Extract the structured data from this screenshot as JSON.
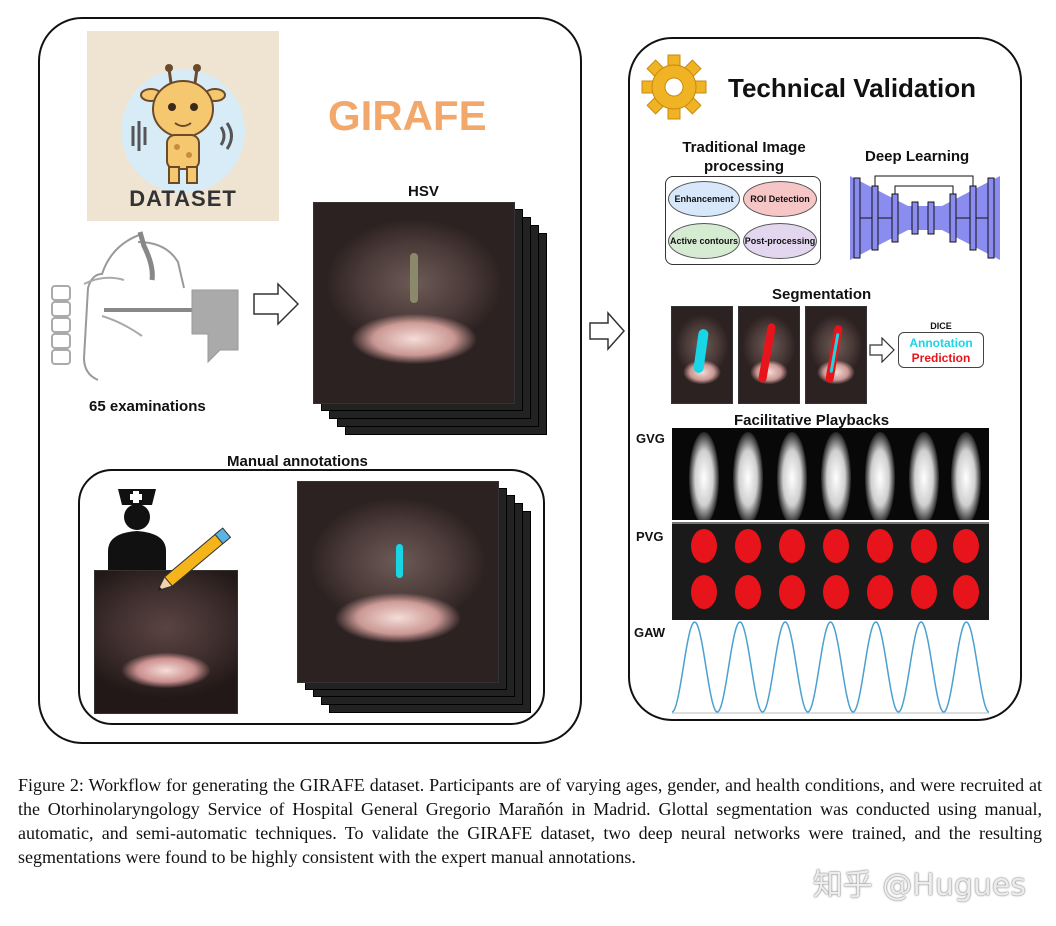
{
  "left_panel": {
    "logo_text": "DATASET",
    "title": "GIRAFE",
    "hsv_label": "HSV",
    "exam_label": "65 examinations",
    "manual_label": "Manual annotations"
  },
  "right_panel": {
    "title": "Technical Validation",
    "traditional_label": "Traditional Image processing",
    "deep_label": "Deep Learning",
    "ovals": {
      "enhancement": "Enhancement",
      "roi": "ROI Detection",
      "active": "Active contours",
      "post": "Post-processing"
    },
    "segmentation_label": "Segmentation",
    "dice_label": "DICE",
    "annotation_label": "Annotation",
    "prediction_label": "Prediction",
    "playback_label": "Facilitative Playbacks",
    "gvg_label": "GVG",
    "pvg_label": "PVG",
    "gaw_label": "GAW"
  },
  "colors": {
    "girafe_orange": "#f3a86b",
    "annotation_cyan": "#19d6e6",
    "prediction_red": "#e8141b",
    "unet_blue": "#8b8cf0",
    "gaw_line": "#4aa0d0"
  },
  "caption": "Figure 2: Workflow for generating the GIRAFE dataset. Participants are of varying ages, gender, and health conditions, and were recruited at the Otorhinolaryngology Service of Hospital General Gregorio Marañón in Madrid. Glottal segmentation was conducted using manual, automatic, and semi-automatic techniques. To validate the GIRAFE dataset, two deep neural networks were trained, and the resulting segmentations were found to be highly consistent with the expert manual annotations.",
  "watermark": "知乎 @Hugues"
}
